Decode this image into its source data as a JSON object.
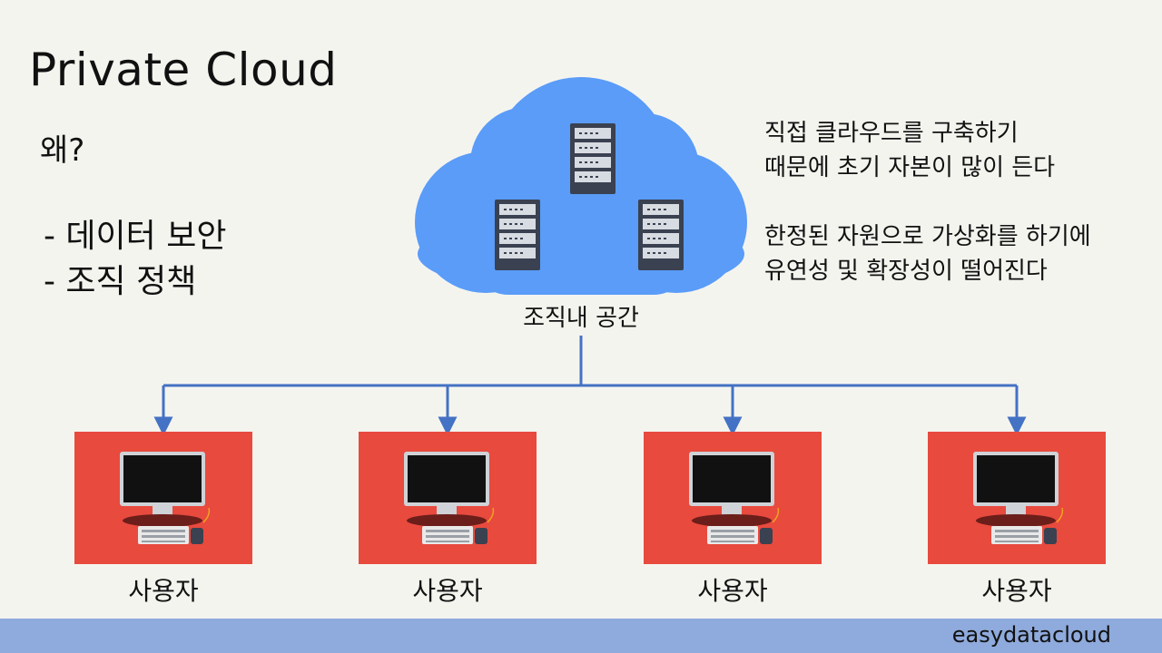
{
  "slide": {
    "title": "Private Cloud",
    "why": "왜?",
    "reasons": [
      "- 데이터 보안",
      "- 조직 정책"
    ],
    "cons": [
      [
        "직접 클라우드를 구축하기",
        "때문에 초기 자본이 많이 든다"
      ],
      [
        "한정된 자원으로 가상화를 하기에",
        "유연성 및 확장성이 떨어진다"
      ]
    ],
    "cloud_label": "조직내 공간",
    "users": [
      "사용자",
      "사용자",
      "사용자",
      "사용자"
    ],
    "brand": "easydatacloud"
  },
  "colors": {
    "background": "#f4f4ef",
    "cloud": "#5a9cf8",
    "server": "#3a4150",
    "user_box": "#e84a3e",
    "connector": "#4472c4",
    "footer": "#8faadc"
  },
  "icons": [
    "server-icon",
    "computer-icon",
    "cloud-icon"
  ]
}
